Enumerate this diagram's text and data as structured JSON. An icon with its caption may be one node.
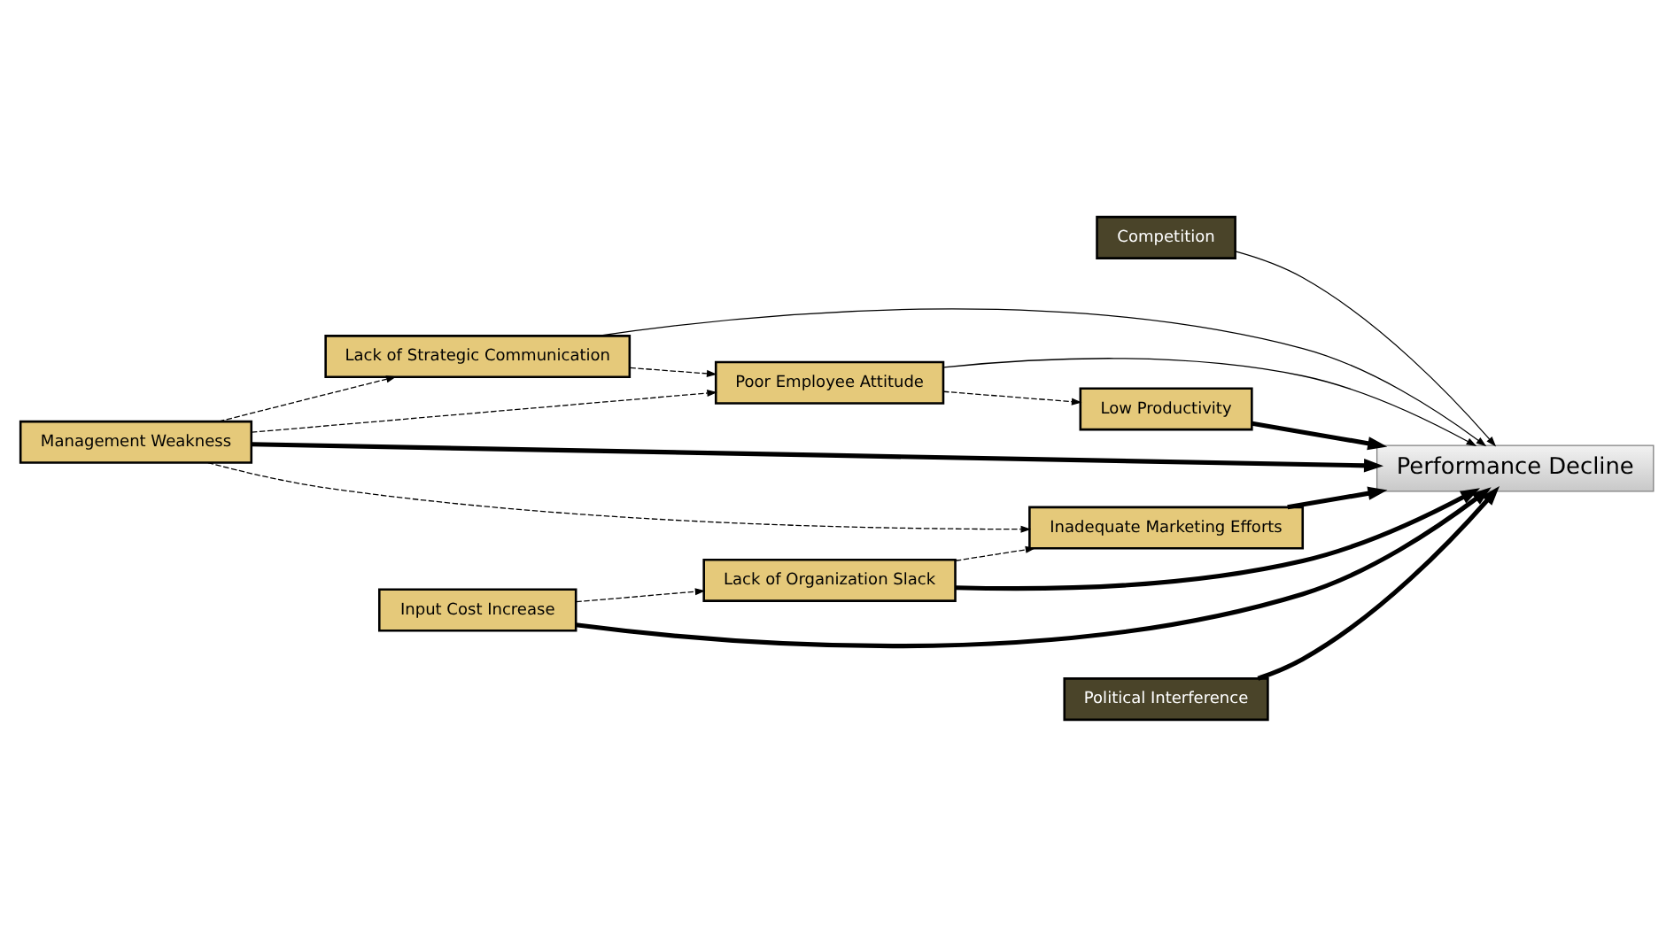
{
  "diagram": {
    "nodes": [
      {
        "text": [
          "Competition"
        ]
      },
      {
        "text": [
          "Lack of Organization Slack"
        ]
      },
      {
        "text": [
          "Input Cost Increase"
        ]
      },
      {
        "text": [
          "Inadequate Marketing Efforts"
        ]
      },
      {
        "text": [
          "Management Weakness"
        ]
      },
      {
        "text": [
          "Performance Decline"
        ]
      },
      {
        "text": [
          "Political Interference"
        ]
      },
      {
        "text": [
          "Low Productivity"
        ]
      },
      {
        "text": [
          "Poor Employee Attitude"
        ]
      },
      {
        "text": [
          "Lack of Strategic Communication"
        ]
      }
    ],
    "edges": [
      {
        "from": 0,
        "to": 5,
        "arrow": "to"
      },
      {
        "from": 2,
        "to": 1,
        "arrow": "to",
        "style": "dashed"
      },
      {
        "from": 1,
        "to": 3,
        "arrow": "to",
        "style": "dashed"
      },
      {
        "from": 2,
        "to": 5,
        "arrow": "to",
        "style": "thick"
      },
      {
        "from": 1,
        "to": 5,
        "arrow": "to",
        "style": "thick"
      },
      {
        "from": 3,
        "to": 5,
        "arrow": "to",
        "style": "thick"
      },
      {
        "from": 4,
        "to": 3,
        "arrow": "to",
        "style": "dashed"
      },
      {
        "from": 4,
        "to": 8,
        "arrow": "to",
        "style": "dashed"
      },
      {
        "from": 4,
        "to": 9,
        "arrow": "to",
        "style": "dashed"
      },
      {
        "from": 4,
        "to": 5,
        "arrow": "to",
        "style": "thick"
      },
      {
        "from": 6,
        "to": 5,
        "arrow": "to",
        "style": "thick"
      },
      {
        "from": 8,
        "to": 7,
        "arrow": "to",
        "style": "dashed"
      },
      {
        "from": 7,
        "to": 5,
        "arrow": "to",
        "style": "thick"
      },
      {
        "from": 9,
        "to": 8,
        "arrow": "to",
        "style": "dashed"
      },
      {
        "from": 9,
        "to": 5,
        "arrow": "to"
      },
      {
        "from": 8,
        "to": 5,
        "arrow": "to"
      }
    ]
  }
}
